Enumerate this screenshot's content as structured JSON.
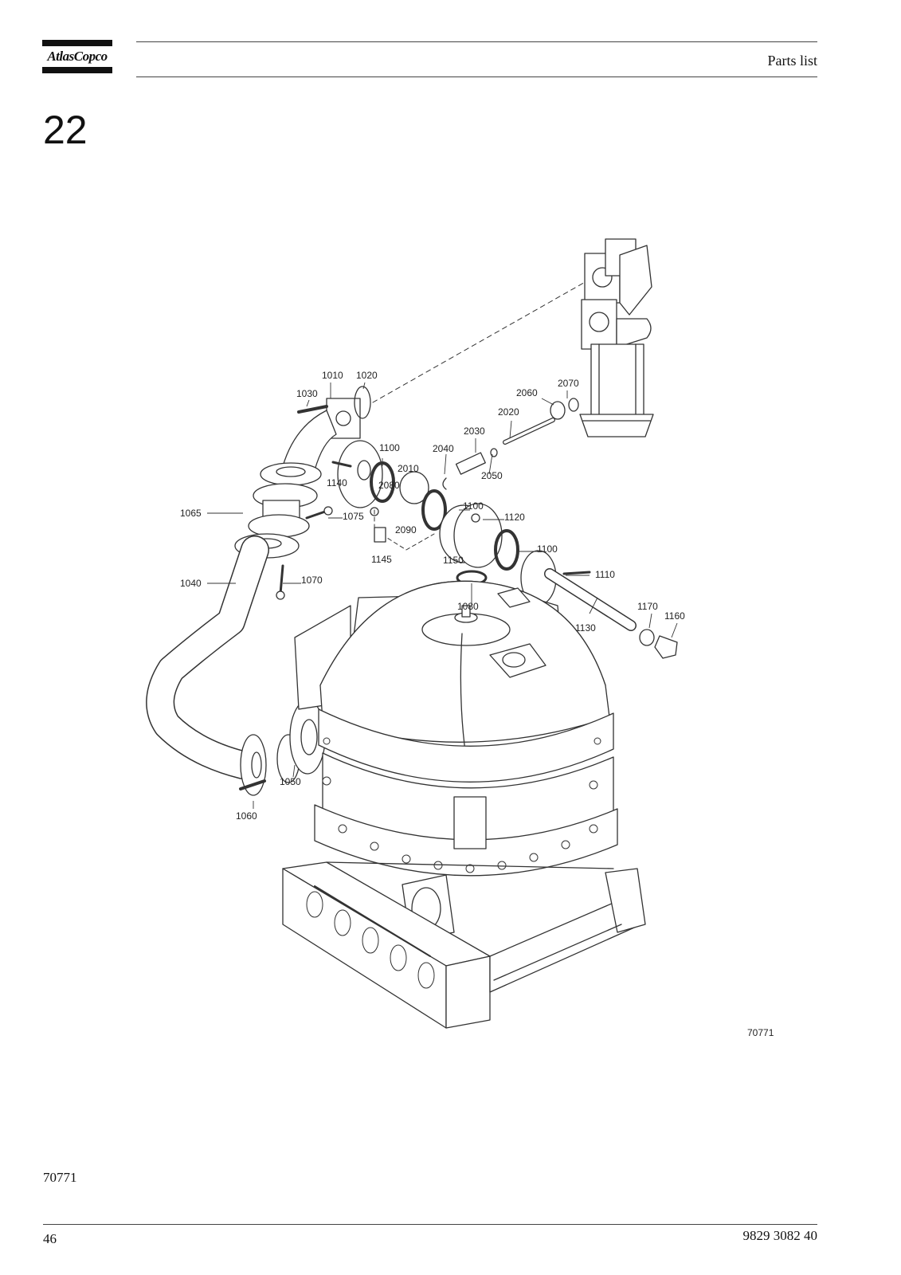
{
  "header": {
    "brand": "AtlasCopco",
    "title": "Parts list"
  },
  "section_number": "22",
  "figure": {
    "code_in_drawing": "70771",
    "callouts": [
      {
        "id": "c1010",
        "label": "1010"
      },
      {
        "id": "c1020",
        "label": "1020"
      },
      {
        "id": "c1030",
        "label": "1030"
      },
      {
        "id": "c2070",
        "label": "2070"
      },
      {
        "id": "c2060",
        "label": "2060"
      },
      {
        "id": "c2020",
        "label": "2020"
      },
      {
        "id": "c2030",
        "label": "2030"
      },
      {
        "id": "c2040",
        "label": "2040"
      },
      {
        "id": "c1100a",
        "label": "1100"
      },
      {
        "id": "c2010",
        "label": "2010"
      },
      {
        "id": "c2080",
        "label": "2080"
      },
      {
        "id": "c1140",
        "label": "1140"
      },
      {
        "id": "c2050",
        "label": "2050"
      },
      {
        "id": "c1065",
        "label": "1065"
      },
      {
        "id": "c1075",
        "label": "1075"
      },
      {
        "id": "c1100b",
        "label": "1100"
      },
      {
        "id": "c1120",
        "label": "1120"
      },
      {
        "id": "c2090",
        "label": "2090"
      },
      {
        "id": "c1100c",
        "label": "1100"
      },
      {
        "id": "c1145",
        "label": "1145"
      },
      {
        "id": "c1150",
        "label": "1150"
      },
      {
        "id": "c1110",
        "label": "1110"
      },
      {
        "id": "c1040",
        "label": "1040"
      },
      {
        "id": "c1070",
        "label": "1070"
      },
      {
        "id": "c1080",
        "label": "1080"
      },
      {
        "id": "c1170",
        "label": "1170"
      },
      {
        "id": "c1160",
        "label": "1160"
      },
      {
        "id": "c1130",
        "label": "1130"
      },
      {
        "id": "c1050",
        "label": "1050"
      },
      {
        "id": "c1060",
        "label": "1060"
      }
    ]
  },
  "figure_code": "70771",
  "footer": {
    "page_number": "46",
    "document_number": "9829 3082 40"
  }
}
